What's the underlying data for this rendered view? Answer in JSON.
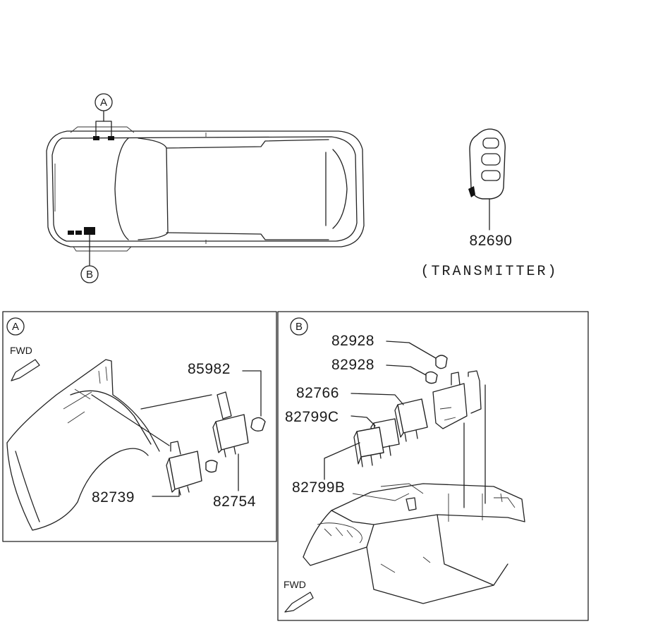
{
  "callouts": {
    "a": "A",
    "b": "B"
  },
  "transmitter": {
    "part_number": "82690",
    "description": "(TRANSMITTER)"
  },
  "view_a": {
    "label": "A",
    "fwd": "FWD",
    "parts": {
      "p85982": "85982",
      "p82739": "82739",
      "p82754": "82754"
    }
  },
  "view_b": {
    "label": "B",
    "fwd": "FWD",
    "parts": {
      "p82928_1": "82928",
      "p82928_2": "82928",
      "p82766": "82766",
      "p82799c": "82799C",
      "p82799b": "82799B"
    }
  },
  "icons": [
    "circle-letter-a-icon",
    "circle-letter-b-icon",
    "fwd-arrow-icon"
  ]
}
